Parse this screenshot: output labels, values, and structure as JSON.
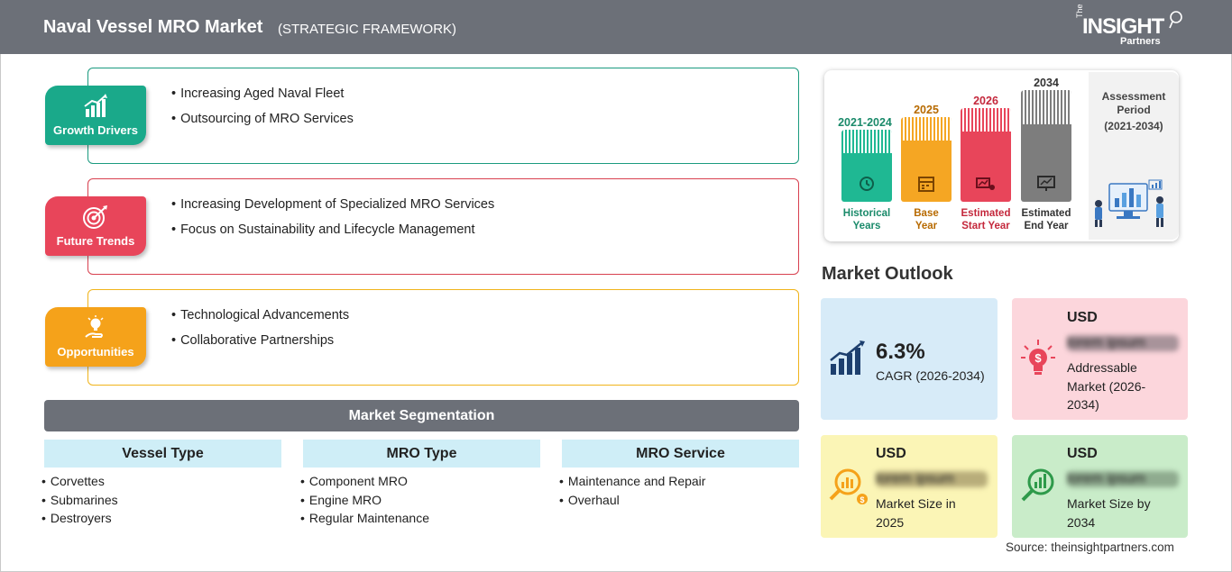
{
  "header": {
    "title": "Naval Vessel MRO Market",
    "subtitle": "(STRATEGIC FRAMEWORK)",
    "logo": {
      "the": "The",
      "insight": "INSIGHT",
      "partners": "Partners"
    }
  },
  "framework": {
    "growth_drivers": {
      "label": "Growth Drivers",
      "color": "#1aa98a",
      "items": [
        "Increasing Aged Naval Fleet",
        "Outsourcing of MRO Services"
      ]
    },
    "future_trends": {
      "label": "Future Trends",
      "color": "#e8455a",
      "items": [
        "Increasing Development of Specialized MRO Services",
        "Focus on Sustainability and Lifecycle Management"
      ]
    },
    "opportunities": {
      "label": "Opportunities",
      "color": "#f5a21a",
      "items": [
        "Technological Advancements",
        "Collaborative Partnerships"
      ]
    }
  },
  "segmentation": {
    "title": "Market Segmentation",
    "columns": [
      {
        "title": "Vessel Type",
        "items": [
          "Corvettes",
          "Submarines",
          "Destroyers"
        ]
      },
      {
        "title": "MRO Type",
        "items": [
          "Component MRO",
          "Engine MRO",
          "Regular Maintenance"
        ]
      },
      {
        "title": "MRO Service",
        "items": [
          "Maintenance and Repair",
          "Overhaul"
        ]
      }
    ]
  },
  "timeline": {
    "periods": [
      {
        "year": "2021-2024",
        "label1": "Historical",
        "label2": "Years",
        "color": "#1fb893",
        "year_color": "#1a8a6a"
      },
      {
        "year": "2025",
        "label1": "Base",
        "label2": "Year",
        "color": "#f5a623",
        "year_color": "#b76a00"
      },
      {
        "year": "2026",
        "label1": "Estimated",
        "label2": "Start Year",
        "color": "#e8455a",
        "year_color": "#c4283c"
      },
      {
        "year": "2034",
        "label1": "Estimated",
        "label2": "End Year",
        "color": "#7d7d7d",
        "year_color": "#333333"
      }
    ],
    "assessment_label": "Assessment Period",
    "assessment_range": "(2021-2034)"
  },
  "outlook": {
    "title": "Market Outlook",
    "cagr": {
      "value": "6.3%",
      "label": "CAGR (2026-2034)",
      "bg": "#d7ebf8"
    },
    "addressable": {
      "currency": "USD",
      "value": "lorem ipsum",
      "label_line1": "Addressable",
      "label_line2": "Market (2026-",
      "label_line3": "2034)",
      "bg": "#fcd6dc"
    },
    "size_2025": {
      "currency": "USD",
      "value": "lorem ipsum",
      "label_line1": "Market Size in",
      "label_line2": "2025",
      "bg": "#fbf5b6"
    },
    "size_2034": {
      "currency": "USD",
      "value": "lorem ipsum",
      "label_line1": "Market Size by",
      "label_line2": "2034",
      "bg": "#c9ecc9"
    }
  },
  "source": "Source: theinsightpartners.com"
}
